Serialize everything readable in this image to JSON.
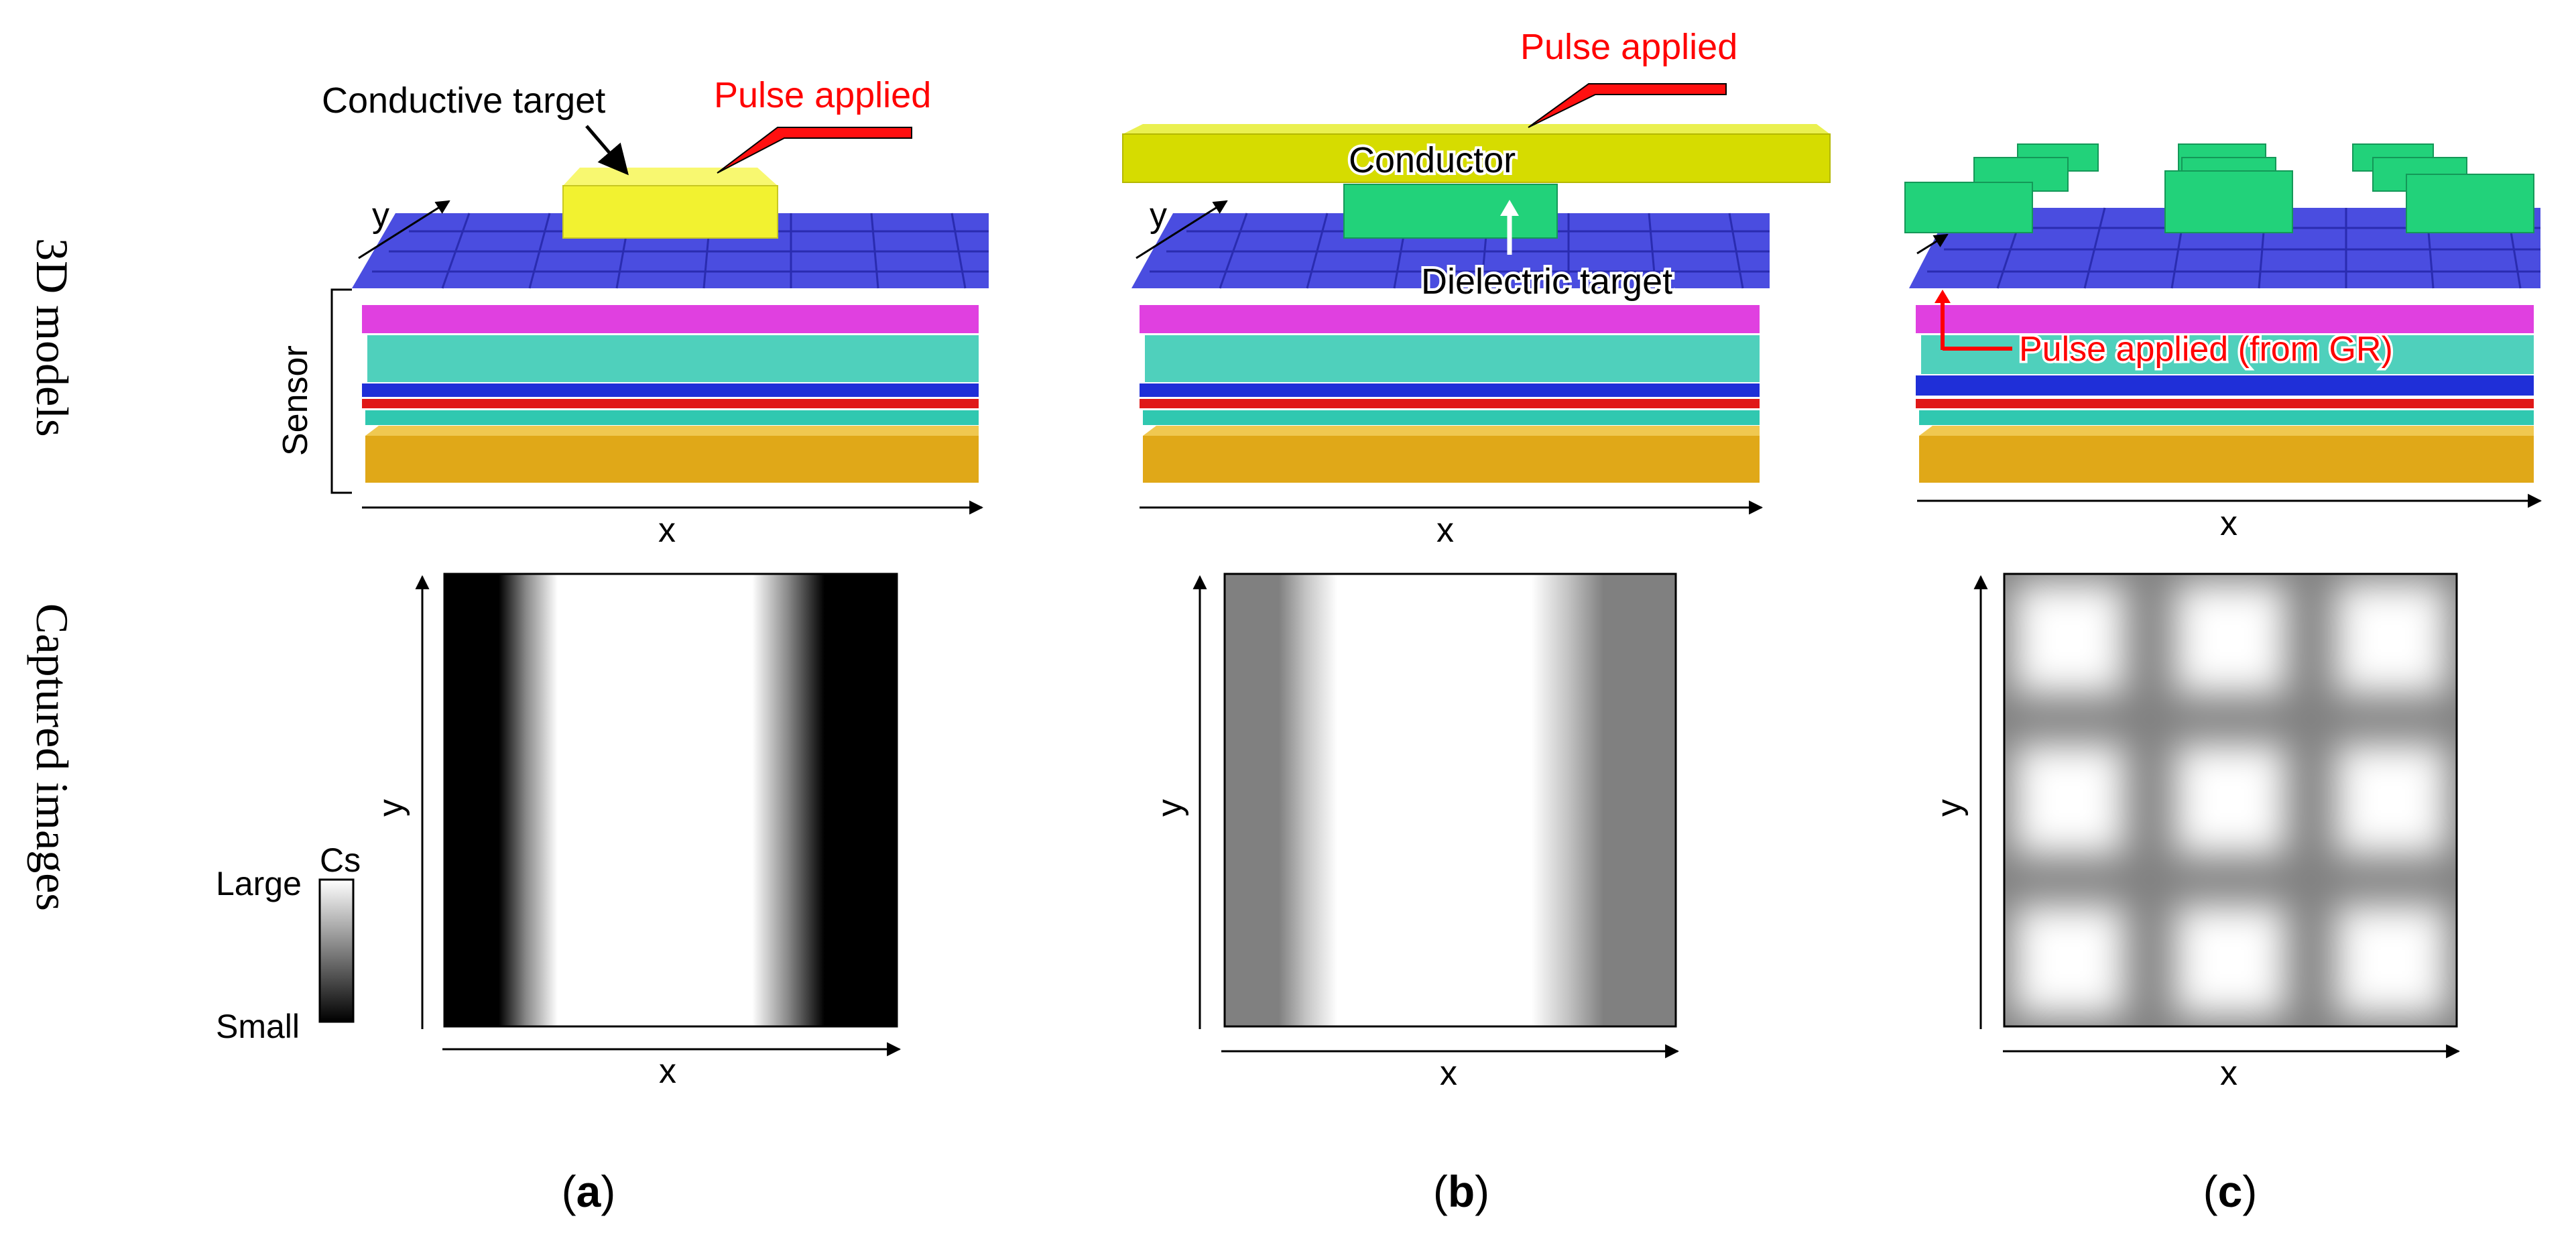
{
  "row_labels": {
    "top": "3D models",
    "bottom": "Captured images"
  },
  "panels": [
    {
      "caption_letter": "a",
      "model": {
        "target_label": "Conductive target",
        "pulse_label": "Pulse applied",
        "sensor_label": "Sensor",
        "axis_x": "x",
        "axis_y": "y"
      },
      "image": {
        "axis_x": "x",
        "axis_y": "y",
        "profile": {
          "edge_level": "black",
          "center_level": "white",
          "bright_band": [
            0.25,
            0.75
          ]
        }
      }
    },
    {
      "caption_letter": "b",
      "model": {
        "pulse_label": "Pulse applied",
        "conductor_label": "Conductor",
        "dielectric_label": "Dielectric target",
        "axis_x": "x",
        "axis_y": "y"
      },
      "image": {
        "axis_x": "x",
        "axis_y": "y",
        "profile": {
          "edge_level": "gray",
          "center_level": "white",
          "bright_band": [
            0.25,
            0.75
          ]
        }
      }
    },
    {
      "caption_letter": "c",
      "model": {
        "pulse_label": "Pulse applied (from GR)",
        "axis_x": "x"
      },
      "image": {
        "axis_x": "x",
        "axis_y": "y",
        "profile": {
          "pattern": "3x3 bright squares on gray"
        }
      }
    }
  ],
  "colorbar": {
    "title": "Cs",
    "high_label": "Large",
    "low_label": "Small"
  },
  "colors": {
    "conductive_target": "#f2f230",
    "conductor_plate": "#d6dc00",
    "dielectric_target": "#22d27a",
    "top_electrode_layer": "#4a4de0",
    "magenta_layer": "#e040e0",
    "teal_wires": "#30c8b0",
    "blue_layer": "#1f2fd8",
    "red_layer": "#e01818",
    "substrate": "#e0a818",
    "pulse_label_color": "#ff0000"
  }
}
